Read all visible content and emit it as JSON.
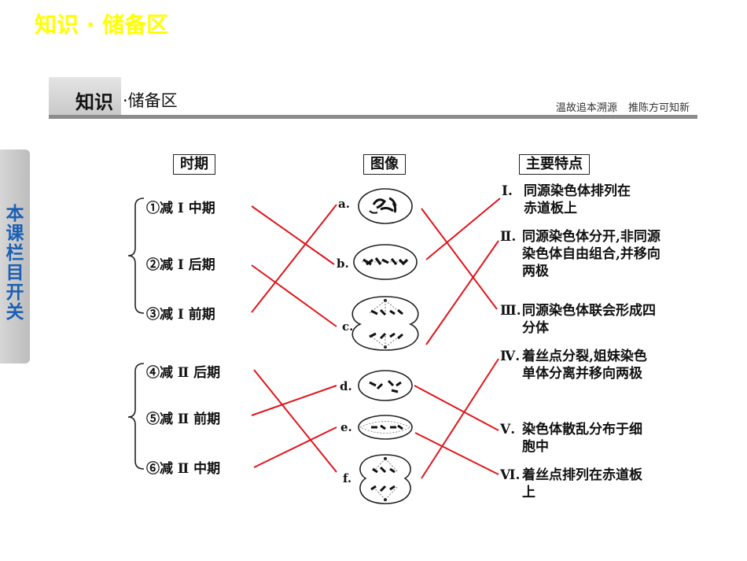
{
  "slide": {
    "title": "知识 · 储备区"
  },
  "header": {
    "title_main": "知识",
    "title_sub": "·储备区",
    "slogan": "温故追本溯源 推陈方可知新"
  },
  "side_tab": {
    "label": "本课栏目开关"
  },
  "columns": {
    "period": "时期",
    "image": "图像",
    "feature": "主要特点"
  },
  "periods": [
    "①减 Ⅰ 中期",
    "②减 Ⅰ 后期",
    "③减 Ⅰ 前期",
    "④减 Ⅱ 后期",
    "⑤减 Ⅱ 前期",
    "⑥减 Ⅱ 中期"
  ],
  "images": [
    "a.",
    "b.",
    "c.",
    "d.",
    "e.",
    "f."
  ],
  "features": [
    {
      "num": "Ⅰ.",
      "text": "同源染色体排列在赤道板上"
    },
    {
      "num": "Ⅱ.",
      "text": "同源染色体分开,非同源染色体自由组合,并移向两极"
    },
    {
      "num": "Ⅲ.",
      "text": "同源染色体联会形成四分体"
    },
    {
      "num": "Ⅳ.",
      "text": "着丝点分裂,姐妹染色单体分离并移向两极"
    },
    {
      "num": "Ⅴ.",
      "text": "染色体散乱分布于细胞中"
    },
    {
      "num": "Ⅵ.",
      "text": "着丝点排列在赤道板上"
    }
  ],
  "colors": {
    "connector": "#e0151b",
    "title": "#ffff00",
    "tab_text": "#1a5fb4"
  }
}
